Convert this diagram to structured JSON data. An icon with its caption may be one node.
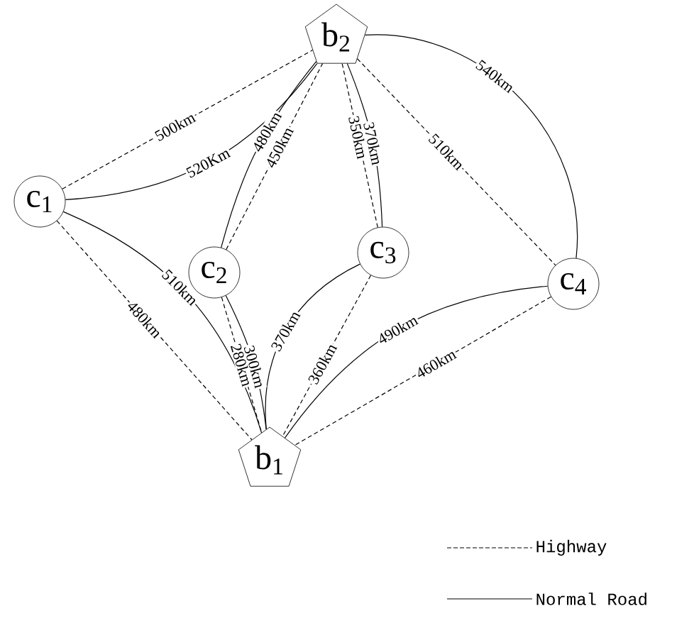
{
  "diagram": {
    "nodes": [
      {
        "text": [
          "b$_{2}$"
        ]
      },
      {
        "text": [
          "c$_{1}$"
        ]
      },
      {
        "text": [
          "c$_{2}$"
        ]
      },
      {
        "text": [
          "c$_{3}$"
        ]
      },
      {
        "text": [
          "c$_{4}$"
        ]
      },
      {
        "text": [
          "b$_{1}$"
        ]
      }
    ],
    "edges": [
      {
        "from": 1,
        "to": 0,
        "arrow": "none",
        "label": "520Km"
      },
      {
        "from": 1,
        "to": 0,
        "arrow": "none",
        "label": "500km",
        "style": "dashed"
      },
      {
        "from": 2,
        "to": 0,
        "arrow": "none",
        "label": "450km",
        "style": "dashed"
      },
      {
        "from": 2,
        "to": 0,
        "arrow": "none",
        "label": "480km"
      },
      {
        "from": 3,
        "to": 0,
        "arrow": "none",
        "label": "350km",
        "style": "dashed"
      },
      {
        "from": 3,
        "to": 0,
        "arrow": "none",
        "label": "370km"
      },
      {
        "from": 0,
        "to": 4,
        "arrow": "none",
        "label": "510km",
        "style": "dashed"
      },
      {
        "from": 0,
        "to": 4,
        "arrow": "none",
        "label": "540km"
      },
      {
        "from": 1,
        "to": 5,
        "arrow": "none",
        "label": "480km",
        "style": "dashed"
      },
      {
        "from": 1,
        "to": 5,
        "arrow": "none",
        "label": "510km"
      },
      {
        "from": 2,
        "to": 5,
        "arrow": "none",
        "label": "300km"
      },
      {
        "from": 2,
        "to": 5,
        "arrow": "none",
        "label": "280km",
        "style": "dashed"
      },
      {
        "from": 3,
        "to": 5,
        "arrow": "none",
        "label": "360km",
        "style": "dashed"
      },
      {
        "from": 3,
        "to": 5,
        "arrow": "none",
        "label": "370km"
      },
      {
        "from": 4,
        "to": 5,
        "arrow": "none",
        "label": "460km",
        "style": "dashed"
      },
      {
        "from": 4,
        "to": 5,
        "arrow": "none",
        "label": "490km"
      }
    ],
    "legend": [
      {
        "text": "Highway"
      },
      {
        "text": "Normal Road"
      }
    ]
  }
}
